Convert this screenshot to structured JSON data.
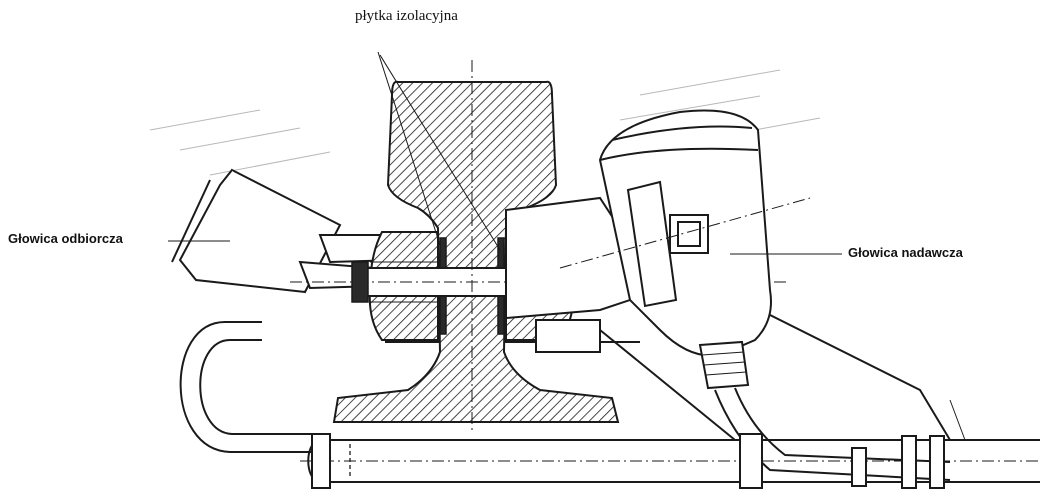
{
  "labels": {
    "insulating_plate": "płytka izolacyjna",
    "receiver_head": "Głowica odbiorcza",
    "transmitter_head": "Głowica nadawcza"
  },
  "colors": {
    "ink": "#1a1a1a",
    "background": "#ffffff"
  }
}
